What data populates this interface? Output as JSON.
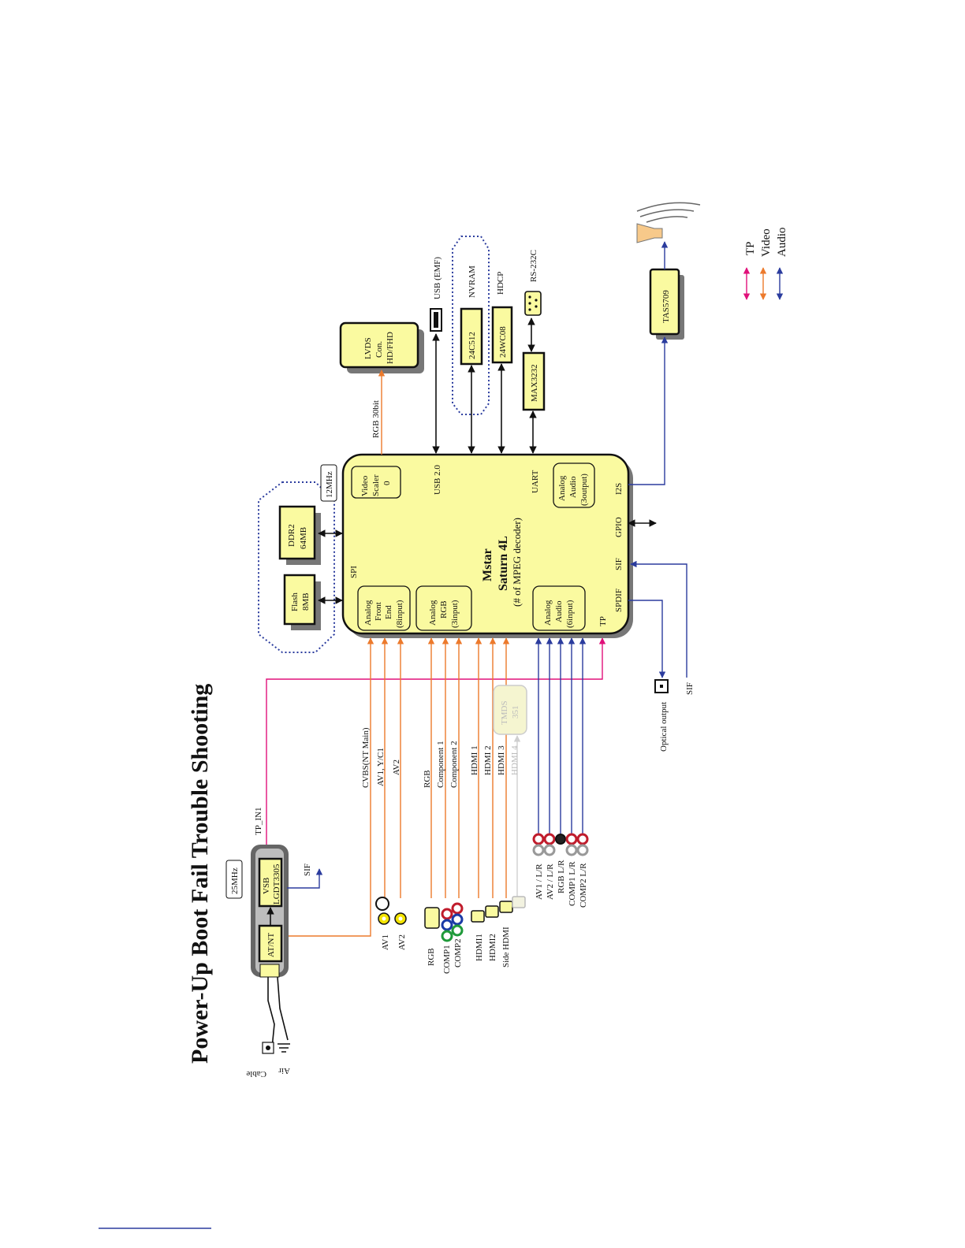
{
  "title": "Power-Up Boot Fail Trouble Shooting",
  "tuner": {
    "air": "Air",
    "cable": "Cable",
    "atnt": "AT/NT",
    "vsb_line1": "VSB",
    "vsb_line2": "LGDT3305",
    "crystal": "25MHz",
    "sif": "SIF",
    "tp_in": "TP_IN1"
  },
  "memory": {
    "flash": [
      "Flash",
      "8MB"
    ],
    "ddr": [
      "DDR2",
      "64MB"
    ],
    "crystal": "12MHz"
  },
  "soc": {
    "name_line1": "Mstar",
    "name_line2": "Saturn 4L",
    "name_line3": "(# of MPEG decoder)",
    "spi": "SPI",
    "usb": "USB 2.0",
    "uart": "UART",
    "tp": "TP",
    "spdif": "SPDIF",
    "sif": "SIF",
    "gpio": "GPIO",
    "i2s": "I2S",
    "afe": [
      "Analog",
      "Front",
      "End",
      "(8input)"
    ],
    "argb": [
      "Analog",
      "RGB",
      "(3input)"
    ],
    "aaudio_in": [
      "Analog",
      "Audio",
      "(6input)"
    ],
    "scaler": [
      "Video",
      "Scaler",
      "0"
    ],
    "aaudio_out": [
      "Analog",
      "Audio",
      "(3output)"
    ]
  },
  "peripherals": {
    "lvds": [
      "LVDS",
      "Con.",
      "HD/FHD"
    ],
    "rgb30": "RGB 30bit",
    "usb_emf": "USB (EMF)",
    "nvram": "NVRAM",
    "nvram_chip": "24C512",
    "hdcp": "HDCP",
    "hdcp_chip": "24WC08",
    "rs232": "RS-232C",
    "max": "MAX3232",
    "amp": "TAS5709",
    "optical": "Optical output",
    "sif_in": "SIF"
  },
  "tmds": [
    "TMDS",
    "351"
  ],
  "video_inputs": [
    "CVBS(NT Main)",
    "AV1, Y/C1",
    "AV2",
    "RGB",
    "Component 1",
    "Component 2",
    "HDMI 1",
    "HDMI 2",
    "HDMI 3",
    "HDMI 4"
  ],
  "connectors": {
    "av1": "AV1",
    "av2": "AV2",
    "rgb": "RGB",
    "comp1": "COMP1",
    "comp2": "COMP2",
    "hdmi1": "HDMI1",
    "hdmi2": "HDMI2",
    "side_hdmi": "Side HDMI"
  },
  "audio_inputs": [
    "AV1 / L/R",
    "AV2 / L/R",
    "RGB L/R",
    "COMP1 L/R",
    "COMP2 L/R"
  ],
  "legend": {
    "tp": "TP",
    "video": "Video",
    "audio": "Audio"
  },
  "colors": {
    "tp": "#e0107a",
    "video": "#ec7a2c",
    "audio": "#2b3c9e",
    "block_fill": "#fafaa0"
  }
}
